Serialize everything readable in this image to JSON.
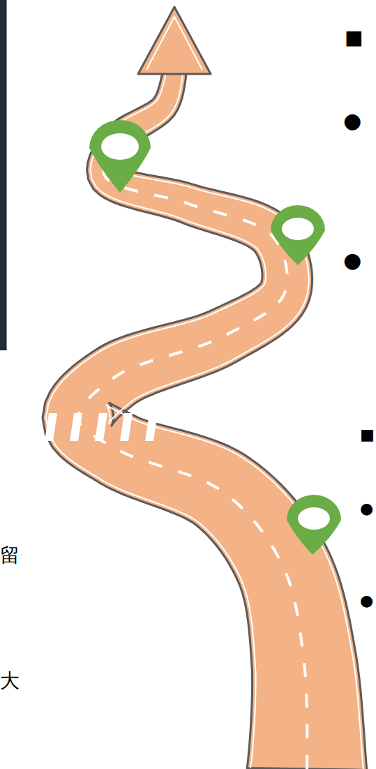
{
  "diagram": {
    "labels": [
      "■",
      "●",
      "●",
      "■",
      "●",
      "●",
      "留",
      "大"
    ]
  }
}
